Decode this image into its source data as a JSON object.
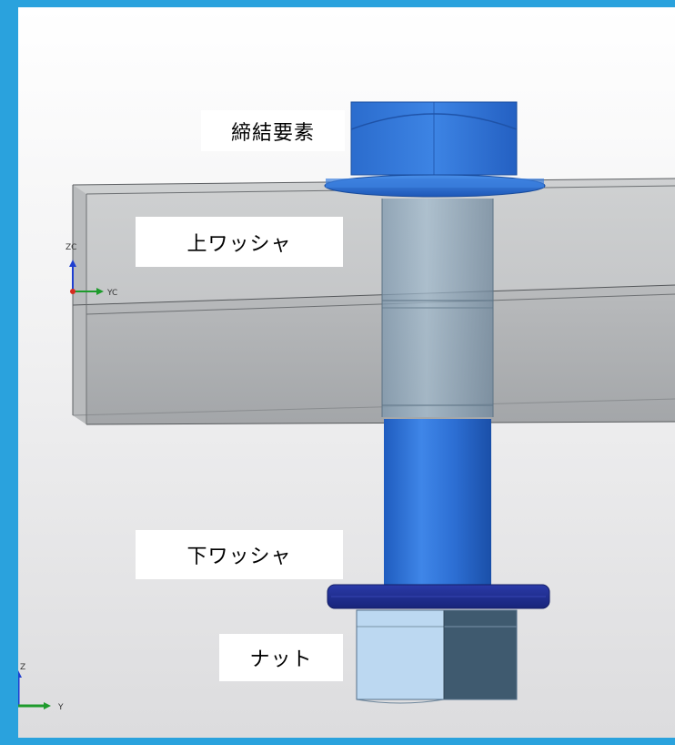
{
  "labels": {
    "fastener": "締結要素",
    "upper_washer": "上ワッシャ",
    "lower_washer": "下ワッシャ",
    "nut": "ナット"
  },
  "axes": {
    "wcs": {
      "z": "ZC",
      "y": "YC"
    },
    "view": {
      "z": "Z",
      "y": "Y"
    }
  },
  "colors": {
    "frame": "#2aa2dd",
    "bolt_blue": "#2f6fd1",
    "washer_navy": "#1f2f95",
    "nut_light": "#c8e0f4",
    "nut_dark": "#3e5a70",
    "beam_grey": "#a7aaac"
  }
}
